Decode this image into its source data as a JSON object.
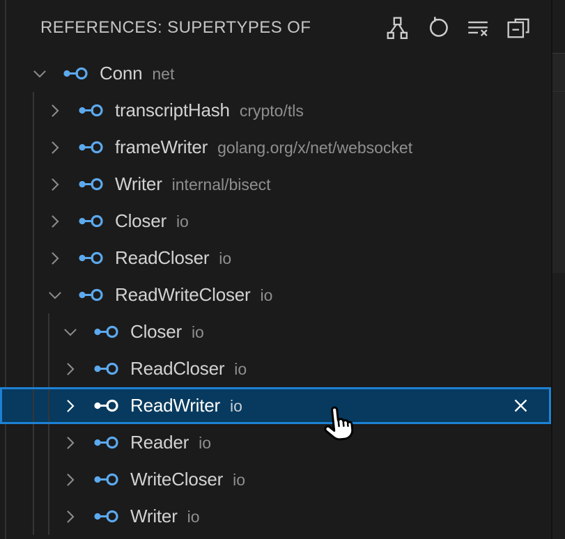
{
  "header": {
    "title": "REFERENCES: SUPERTYPES OF",
    "toolbar": [
      {
        "icon": "type-hierarchy-icon",
        "label": "Show Type Hierarchy"
      },
      {
        "icon": "refresh-icon",
        "label": "Refresh"
      },
      {
        "icon": "clear-all-icon",
        "label": "Clear All"
      },
      {
        "icon": "collapse-all-icon",
        "label": "Collapse All"
      }
    ]
  },
  "tree": {
    "rows": [
      {
        "name": "Conn",
        "package": "net",
        "level": 0,
        "chevron": "down",
        "selected": false,
        "close": false
      },
      {
        "name": "transcriptHash",
        "package": "crypto/tls",
        "level": 1,
        "chevron": "right",
        "selected": false,
        "close": false
      },
      {
        "name": "frameWriter",
        "package": "golang.org/x/net/websocket",
        "level": 1,
        "chevron": "right",
        "selected": false,
        "close": false
      },
      {
        "name": "Writer",
        "package": "internal/bisect",
        "level": 1,
        "chevron": "right",
        "selected": false,
        "close": false
      },
      {
        "name": "Closer",
        "package": "io",
        "level": 1,
        "chevron": "right",
        "selected": false,
        "close": false
      },
      {
        "name": "ReadCloser",
        "package": "io",
        "level": 1,
        "chevron": "right",
        "selected": false,
        "close": false
      },
      {
        "name": "ReadWriteCloser",
        "package": "io",
        "level": 1,
        "chevron": "down",
        "selected": false,
        "close": false
      },
      {
        "name": "Closer",
        "package": "io",
        "level": 2,
        "chevron": "down",
        "selected": false,
        "close": false
      },
      {
        "name": "ReadCloser",
        "package": "io",
        "level": 2,
        "chevron": "right",
        "selected": false,
        "close": false
      },
      {
        "name": "ReadWriter",
        "package": "io",
        "level": 2,
        "chevron": "right",
        "selected": true,
        "close": true
      },
      {
        "name": "Reader",
        "package": "io",
        "level": 2,
        "chevron": "right",
        "selected": false,
        "close": false
      },
      {
        "name": "WriteCloser",
        "package": "io",
        "level": 2,
        "chevron": "right",
        "selected": false,
        "close": false
      },
      {
        "name": "Writer",
        "package": "io",
        "level": 2,
        "chevron": "right",
        "selected": false,
        "close": false
      }
    ]
  },
  "colors": {
    "background": "#1b1b1b",
    "selection_background": "#073a5e",
    "selection_border": "#1e82d4",
    "interface_icon_blue": "#5ca9ee",
    "symbol_name_text": "#d2d2d2",
    "package_text": "#8f8f8f",
    "title_text": "#c5c5c5"
  },
  "cursor": "pointing-hand"
}
